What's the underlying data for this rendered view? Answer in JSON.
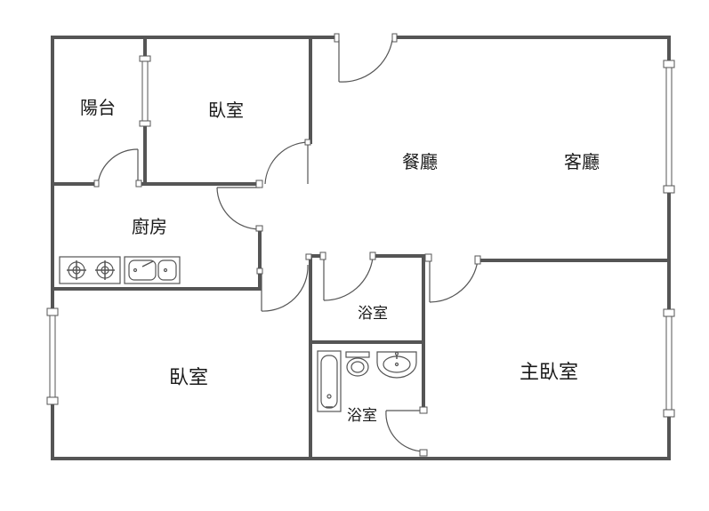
{
  "plan": {
    "rooms": {
      "balcony": "陽台",
      "bedroom_top": "臥室",
      "dining": "餐廳",
      "living": "客廳",
      "kitchen": "廚房",
      "bath_upper": "浴室",
      "bath_lower": "浴室",
      "master_bedroom": "主臥室",
      "bedroom_bottom": "臥室"
    },
    "colors": {
      "wall": "#555555",
      "text": "#1a1a1a",
      "background": "#ffffff"
    },
    "icons": [
      "stove-icon",
      "sink-icon",
      "bathtub-icon",
      "toilet-icon",
      "washbasin-icon"
    ]
  }
}
